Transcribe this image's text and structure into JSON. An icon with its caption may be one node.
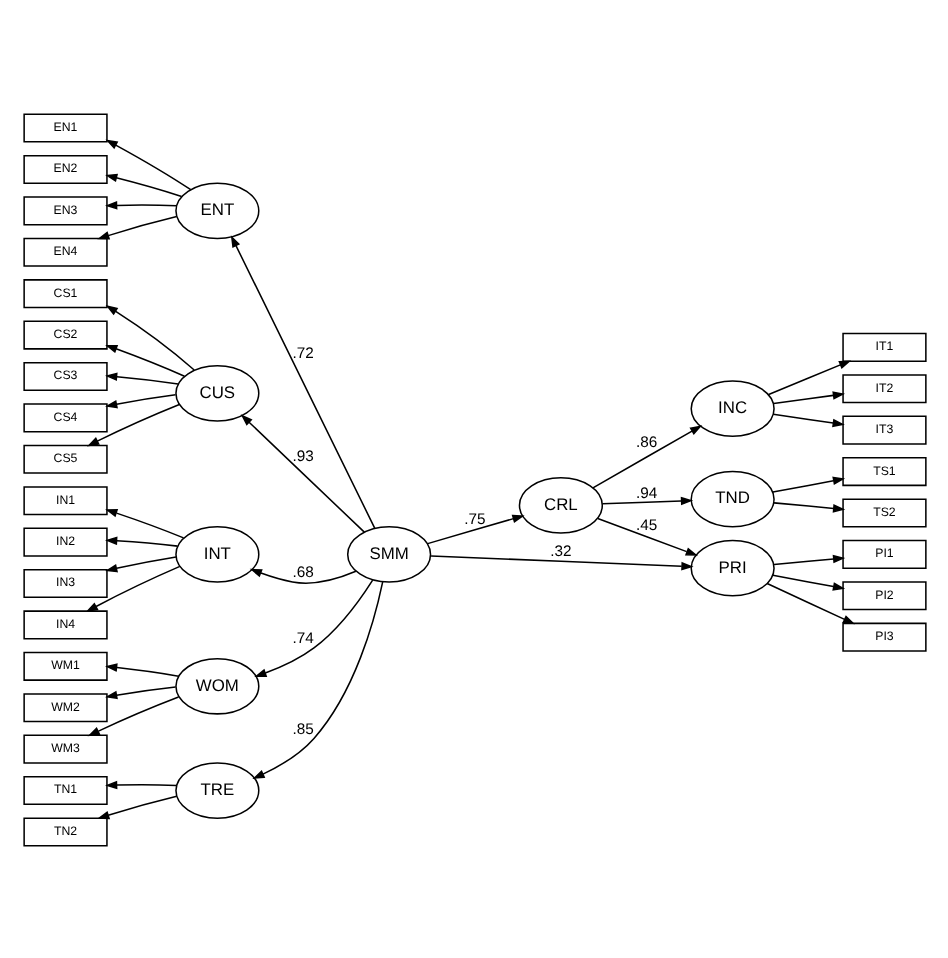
{
  "diagram": {
    "nodes": [
      {
        "text": [
          "IT1"
        ]
      },
      {
        "text": [
          "IT2"
        ]
      },
      {
        "text": [
          "IT3"
        ]
      },
      {
        "text": [
          "TS1"
        ]
      },
      {
        "text": [
          "TS2"
        ]
      },
      {
        "text": [
          "INC"
        ]
      },
      {
        "text": [
          "TND"
        ]
      },
      {
        "text": [
          "CRL"
        ]
      },
      {
        "text": [
          "EN1"
        ]
      },
      {
        "text": [
          "EN2"
        ]
      },
      {
        "text": [
          "EN3"
        ]
      },
      {
        "text": [
          "EN4"
        ]
      },
      {
        "text": [
          "ENT"
        ]
      },
      {
        "text": [
          "CS1"
        ]
      },
      {
        "text": [
          "CS2"
        ]
      },
      {
        "text": [
          "CS3"
        ]
      },
      {
        "text": [
          "CS4"
        ]
      },
      {
        "text": [
          "CS5"
        ]
      },
      {
        "text": [
          "CUS"
        ]
      },
      {
        "text": [
          "SMM"
        ]
      },
      {
        "text": [
          "PRI"
        ]
      },
      {
        "text": [
          "PI1"
        ]
      },
      {
        "text": [
          "PI2"
        ]
      },
      {
        "text": [
          "PI3"
        ]
      },
      {
        "text": [
          "IN1"
        ]
      },
      {
        "text": [
          "IN2"
        ]
      },
      {
        "text": [
          "IN3"
        ]
      },
      {
        "text": [
          "IN4"
        ]
      },
      {
        "text": [
          "INT"
        ]
      },
      {
        "text": [
          "WM1"
        ]
      },
      {
        "text": [
          "WM2"
        ]
      },
      {
        "text": [
          "WM3"
        ]
      },
      {
        "text": [
          "WOM"
        ]
      },
      {
        "text": [
          "TN1"
        ]
      },
      {
        "text": [
          "TN2"
        ]
      },
      {
        "text": [
          "TRE"
        ]
      }
    ],
    "edges": [
      {
        "from": 5,
        "to": 0,
        "arrow": "to"
      },
      {
        "from": 5,
        "to": 1,
        "arrow": "to"
      },
      {
        "from": 5,
        "to": 2,
        "arrow": "to"
      },
      {
        "from": 6,
        "to": 3,
        "arrow": "to"
      },
      {
        "from": 6,
        "to": 4,
        "arrow": "to"
      },
      {
        "from": 7,
        "to": 5,
        "arrow": "to",
        "label": ".86"
      },
      {
        "from": 7,
        "to": 6,
        "arrow": "to",
        "label": ".94"
      },
      {
        "from": 12,
        "to": 8,
        "arrow": "to"
      },
      {
        "from": 12,
        "to": 9,
        "arrow": "to"
      },
      {
        "from": 12,
        "to": 10,
        "arrow": "to"
      },
      {
        "from": 12,
        "to": 11,
        "arrow": "to"
      },
      {
        "from": 18,
        "to": 13,
        "arrow": "to"
      },
      {
        "from": 18,
        "to": 14,
        "arrow": "to"
      },
      {
        "from": 18,
        "to": 15,
        "arrow": "to"
      },
      {
        "from": 18,
        "to": 16,
        "arrow": "to"
      },
      {
        "from": 18,
        "to": 17,
        "arrow": "to"
      },
      {
        "from": 19,
        "to": 12,
        "arrow": "to",
        "label": ".72"
      },
      {
        "from": 19,
        "to": 18,
        "arrow": "to",
        "label": ".93"
      },
      {
        "from": 19,
        "to": 7,
        "arrow": "to",
        "label": ".75"
      },
      {
        "from": 7,
        "to": 20,
        "arrow": "to",
        "label": ".45"
      },
      {
        "from": 19,
        "to": 20,
        "arrow": "to",
        "label": ".32"
      },
      {
        "from": 20,
        "to": 21,
        "arrow": "to"
      },
      {
        "from": 20,
        "to": 22,
        "arrow": "to"
      },
      {
        "from": 20,
        "to": 23,
        "arrow": "to"
      },
      {
        "from": 19,
        "to": 28,
        "arrow": "to",
        "label": ".68"
      },
      {
        "from": 19,
        "to": 32,
        "arrow": "to",
        "label": ".74"
      },
      {
        "from": 19,
        "to": 35,
        "arrow": "to",
        "label": ".85"
      },
      {
        "from": 28,
        "to": 24,
        "arrow": "to"
      },
      {
        "from": 28,
        "to": 25,
        "arrow": "to"
      },
      {
        "from": 28,
        "to": 26,
        "arrow": "to"
      },
      {
        "from": 28,
        "to": 27,
        "arrow": "to"
      },
      {
        "from": 32,
        "to": 29,
        "arrow": "to"
      },
      {
        "from": 32,
        "to": 30,
        "arrow": "to"
      },
      {
        "from": 32,
        "to": 31,
        "arrow": "to"
      },
      {
        "from": 35,
        "to": 33,
        "arrow": "to"
      },
      {
        "from": 35,
        "to": 34,
        "arrow": "to"
      }
    ]
  }
}
